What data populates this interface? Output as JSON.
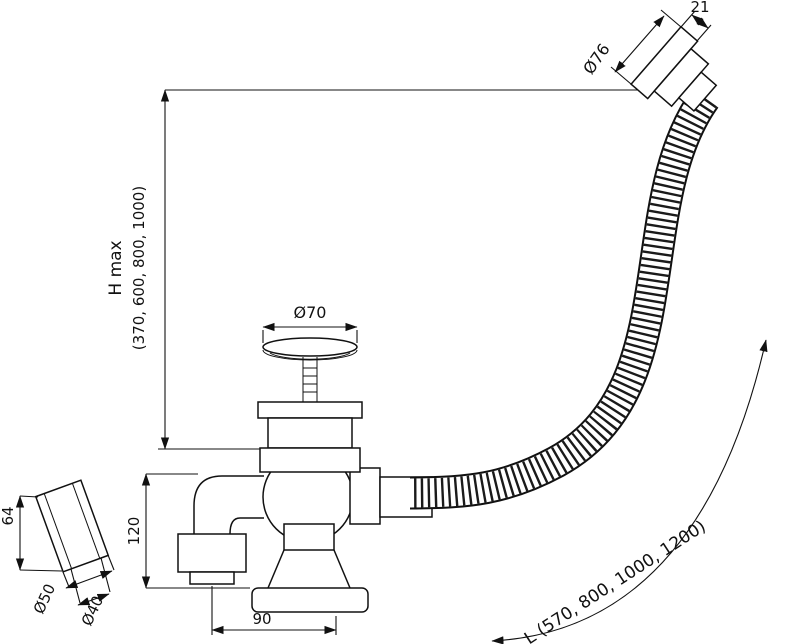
{
  "diagram": {
    "labels": {
      "dim_21": "21",
      "dim_d76": "Ø76",
      "hmax_label": "H max",
      "hmax_values": "(370, 600, 800, 1000)",
      "dim_d70": "Ø70",
      "dim_64": "64",
      "dim_120": "120",
      "dim_d50": "Ø50",
      "dim_d40": "Ø40",
      "dim_90": "90",
      "length_label": "L (570, 800, 1000, 1200)"
    },
    "colors": {
      "line": "#111111",
      "background": "#ffffff"
    }
  }
}
